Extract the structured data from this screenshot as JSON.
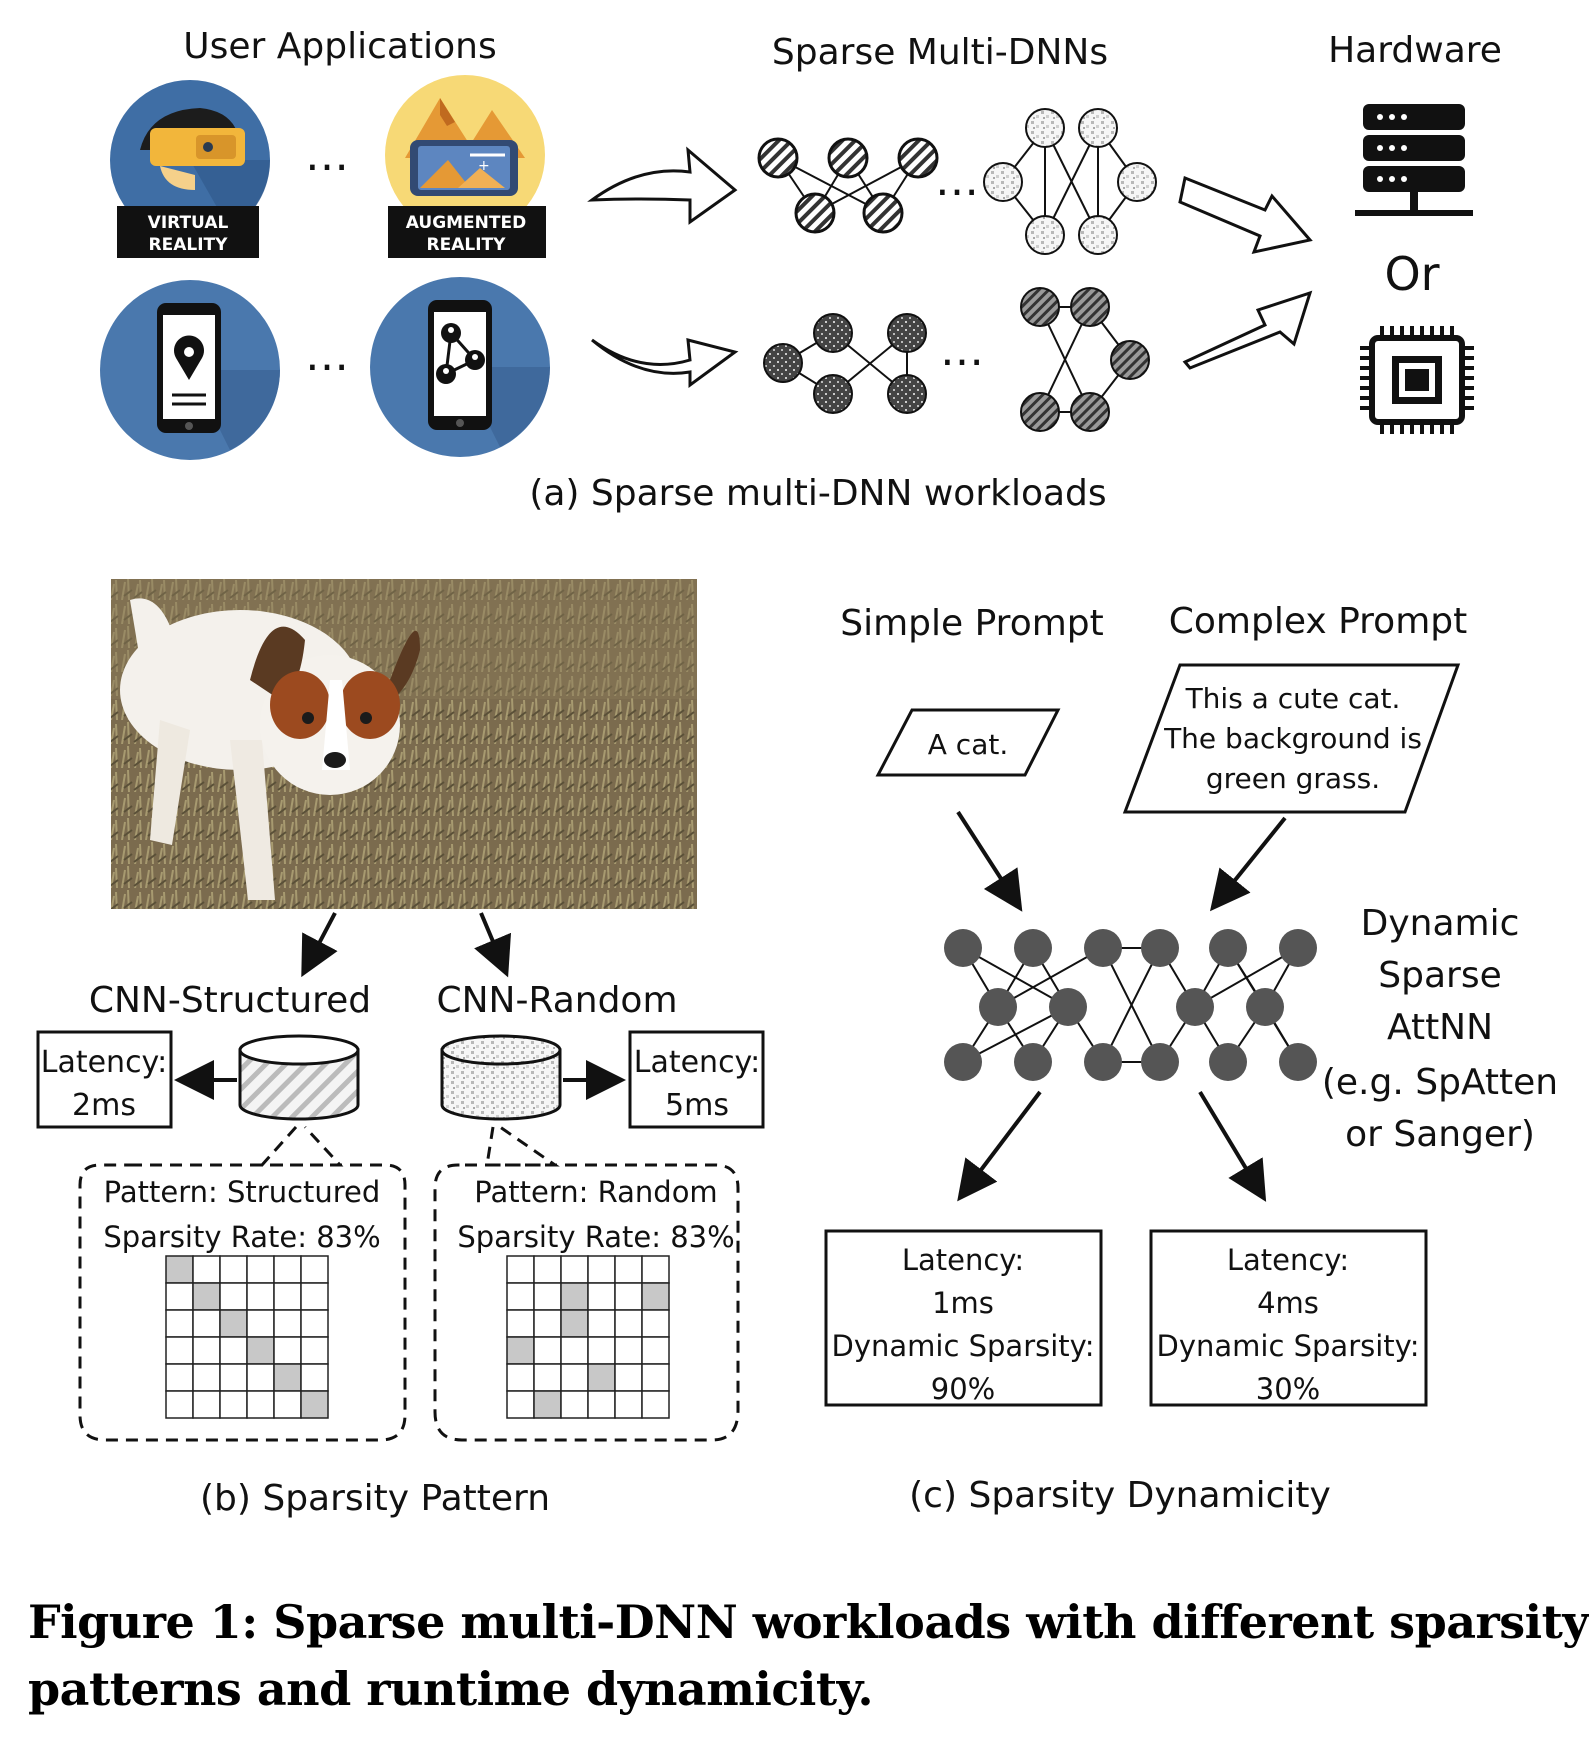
{
  "panel_a": {
    "user_apps_title": "User Applications",
    "sparse_title": "Sparse Multi-DNNs",
    "hardware_title": "Hardware",
    "or_label": "Or",
    "ellipsis": "…",
    "vr_label_line1": "VIRTUAL",
    "vr_label_line2": "REALITY",
    "ar_label_line1": "AUGMENTED",
    "ar_label_line2": "REALITY",
    "caption": "(a) Sparse multi-DNN workloads",
    "icons": [
      "vr-headset-icon",
      "ar-mountain-icon",
      "phone-location-icon",
      "phone-network-icon",
      "server-rack-icon",
      "chip-icon"
    ]
  },
  "panel_b": {
    "structured_title": "CNN-Structured",
    "random_title": "CNN-Random",
    "latency_label": "Latency:",
    "structured_latency": "2ms",
    "random_latency": "5ms",
    "structured_pattern": "Pattern: Structured",
    "random_pattern": "Pattern: Random",
    "sparsity_rate": "Sparsity Rate: 83%",
    "caption": "(b) Sparsity Pattern"
  },
  "panel_c": {
    "simple_title": "Simple Prompt",
    "complex_title": "Complex Prompt",
    "simple_text": "A cat.",
    "complex_line1": "This a cute cat.",
    "complex_line2": "The background is",
    "complex_line3": "green grass.",
    "model_line1": "Dynamic",
    "model_line2": "Sparse",
    "model_line3": "AttNN",
    "model_line4": "(e.g. SpAtten",
    "model_line5": "or Sanger)",
    "latency_label": "Latency:",
    "dynamic_label": "Dynamic Sparsity:",
    "left_latency": "1ms",
    "left_sparsity": "90%",
    "right_latency": "4ms",
    "right_sparsity": "30%",
    "caption": "(c) Sparsity Dynamicity"
  },
  "figure_caption": {
    "line1": "Figure 1: Sparse multi-DNN workloads with different sparsity",
    "line2": "patterns and runtime dynamicity."
  },
  "colors": {
    "icon_blue": "#4a78ad",
    "icon_yellow": "#f7d976",
    "node_dark": "#555555",
    "cell_shade": "#c8c8c8"
  }
}
